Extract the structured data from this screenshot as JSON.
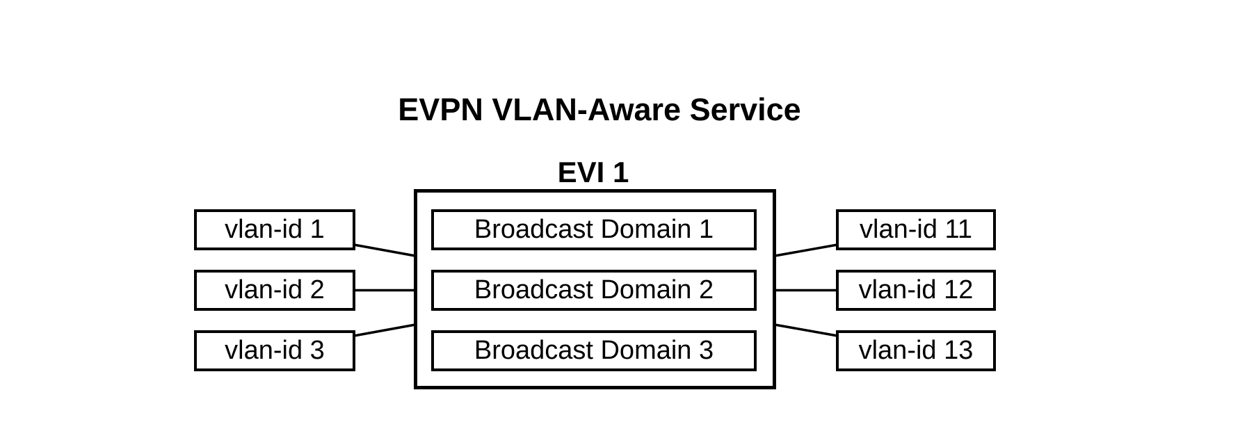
{
  "diagram": {
    "title": "EVPN VLAN-Aware Service",
    "evi": {
      "label": "EVI 1"
    },
    "broadcast_domains": [
      {
        "label": "Broadcast Domain 1"
      },
      {
        "label": "Broadcast Domain 2"
      },
      {
        "label": "Broadcast Domain 3"
      }
    ],
    "left_vlans": [
      {
        "label": "vlan-id 1"
      },
      {
        "label": "vlan-id 2"
      },
      {
        "label": "vlan-id 3"
      }
    ],
    "right_vlans": [
      {
        "label": "vlan-id 11"
      },
      {
        "label": "vlan-id 12"
      },
      {
        "label": "vlan-id 13"
      }
    ],
    "colors": {
      "line": "#000000",
      "background": "#ffffff",
      "text": "#000000"
    }
  }
}
